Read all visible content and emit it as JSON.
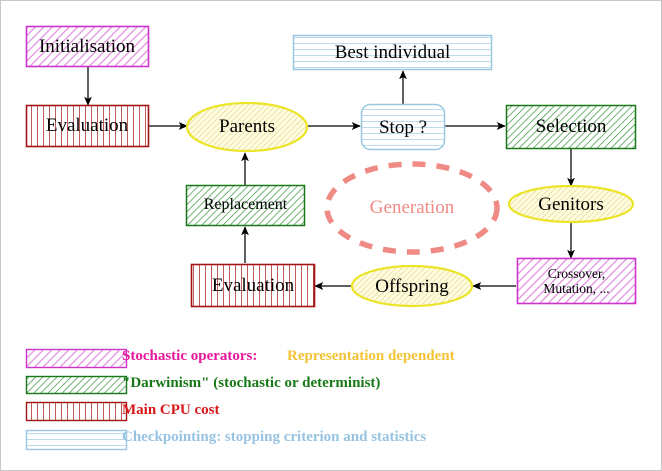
{
  "diagram": {
    "title": "Evolutionary Algorithm Cycle",
    "nodes": [
      {
        "id": "initialisation",
        "label": "Initialisation",
        "shape": "rect",
        "style": "stochastic"
      },
      {
        "id": "evaluation-top",
        "label": "Evaluation",
        "shape": "rect",
        "style": "cpu"
      },
      {
        "id": "parents",
        "label": "Parents",
        "shape": "ellipse",
        "style": "representation"
      },
      {
        "id": "stop",
        "label": "Stop ?",
        "shape": "rounded-rect",
        "style": "checkpointing"
      },
      {
        "id": "best-individual",
        "label": "Best individual",
        "shape": "rect",
        "style": "checkpointing"
      },
      {
        "id": "selection",
        "label": "Selection",
        "shape": "rect",
        "style": "darwinism"
      },
      {
        "id": "genitors",
        "label": "Genitors",
        "shape": "ellipse",
        "style": "representation"
      },
      {
        "id": "crossover",
        "label": "Crossover,\nMutation, ...",
        "shape": "rect",
        "style": "stochastic"
      },
      {
        "id": "offspring",
        "label": "Offspring",
        "shape": "ellipse",
        "style": "representation"
      },
      {
        "id": "evaluation-bot",
        "label": "Evaluation",
        "shape": "rect",
        "style": "cpu"
      },
      {
        "id": "replacement",
        "label": "Replacement",
        "shape": "rect",
        "style": "darwinism"
      },
      {
        "id": "generation",
        "label": "Generation",
        "shape": "dashed-ellipse",
        "style": "generation"
      }
    ],
    "edges": [
      {
        "from": "initialisation",
        "to": "evaluation-top"
      },
      {
        "from": "evaluation-top",
        "to": "parents"
      },
      {
        "from": "parents",
        "to": "stop"
      },
      {
        "from": "stop",
        "to": "best-individual"
      },
      {
        "from": "stop",
        "to": "selection"
      },
      {
        "from": "selection",
        "to": "genitors"
      },
      {
        "from": "genitors",
        "to": "crossover"
      },
      {
        "from": "crossover",
        "to": "offspring"
      },
      {
        "from": "offspring",
        "to": "evaluation-bot"
      },
      {
        "from": "evaluation-bot",
        "to": "replacement"
      },
      {
        "from": "replacement",
        "to": "parents"
      }
    ]
  },
  "legend": {
    "items": [
      {
        "swatch": "stochastic",
        "swatch_color": "#cc33cc",
        "text_main": "Stochastic operators:",
        "text_main_color": "#e8189c",
        "text_extra": "Representation dependent",
        "text_extra_color": "#f2c335"
      },
      {
        "swatch": "darwinism",
        "swatch_color": "#187818",
        "text_main": "\"Darwinism\" (stochastic or determinist)",
        "text_main_color": "#187818",
        "text_extra": "",
        "text_extra_color": ""
      },
      {
        "swatch": "cpu",
        "swatch_color": "#a01414",
        "text_main": "Main CPU cost",
        "text_main_color": "#d81818",
        "text_extra": "",
        "text_extra_color": ""
      },
      {
        "swatch": "checkpointing",
        "swatch_color": "#98c8e0",
        "text_main": "Checkpointing: stopping criterion and statistics",
        "text_main_color": "#97c3e3",
        "text_extra": "",
        "text_extra_color": ""
      }
    ]
  },
  "colors": {
    "stochastic_border": "#cc33cc",
    "stochastic_hatch": "#e49ce4",
    "darwinism_border": "#187818",
    "darwinism_hatch": "#63b063",
    "cpu_border": "#a01414",
    "cpu_hatch": "#c86464",
    "checkpointing_border": "#98c8e0",
    "checkpointing_hatch": "#aed6ea",
    "representation_border": "#e8e020",
    "representation_hatch": "#ded080",
    "generation_stroke": "#ef8a85",
    "arrow": "#000000"
  }
}
